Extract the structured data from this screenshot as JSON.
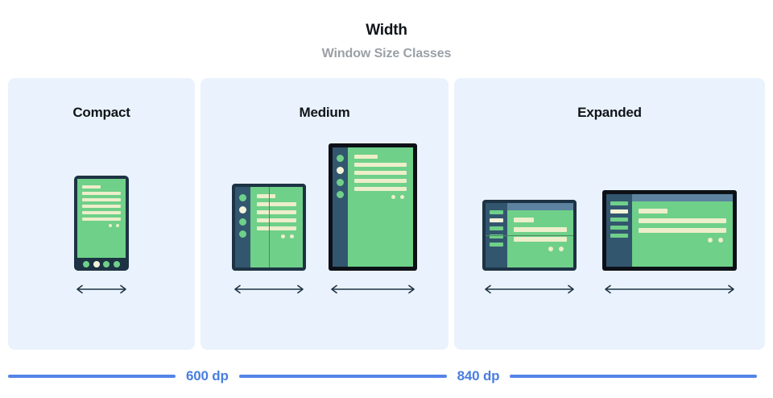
{
  "header": {
    "title": "Width",
    "subtitle": "Window Size Classes"
  },
  "panels": [
    {
      "title": "Compact",
      "devices": [
        {
          "name": "phone",
          "lines": [
            "short",
            "full",
            "full",
            "full",
            "full",
            "full"
          ],
          "content_dots": 2,
          "nav_dots": 4,
          "nav_active_index": 1
        }
      ]
    },
    {
      "title": "Medium",
      "devices": [
        {
          "name": "foldable-portrait",
          "rail_dots": 4,
          "rail_active_index": 1,
          "lines": [
            "short",
            "full",
            "full",
            "full",
            "full"
          ],
          "content_dots": 2,
          "fold": "vertical"
        },
        {
          "name": "tablet-portrait",
          "rail_dots": 4,
          "rail_active_index": 1,
          "lines": [
            "short",
            "full",
            "full",
            "full",
            "full"
          ],
          "content_dots": 2,
          "fold": "none"
        }
      ]
    },
    {
      "title": "Expanded",
      "devices": [
        {
          "name": "foldable-landscape",
          "drawer_items": 5,
          "drawer_active_index": 1,
          "lines": [
            "short",
            "full",
            "full"
          ],
          "content_dots": 2,
          "fold": "horizontal"
        },
        {
          "name": "tablet-landscape",
          "drawer_items": 5,
          "drawer_active_index": 1,
          "lines": [
            "short",
            "full",
            "full"
          ],
          "content_dots": 2,
          "fold": "none"
        }
      ]
    }
  ],
  "footer": {
    "breakpoints": [
      {
        "label": "600 dp"
      },
      {
        "label": "840 dp"
      }
    ]
  },
  "colors": {
    "panel_bg": "#eaf2fd",
    "screen_green": "#6fd089",
    "content_cream": "#edeecb",
    "bezel_navy": "#1d3344",
    "bezel_black": "#0d1117",
    "rail_slate": "#33566f",
    "topbar_blue": "#5d83a0",
    "scale_blue": "#5584e8",
    "label_blue": "#4a7ee0",
    "title_black": "#101518",
    "subtitle_gray": "#9aa0a6"
  }
}
